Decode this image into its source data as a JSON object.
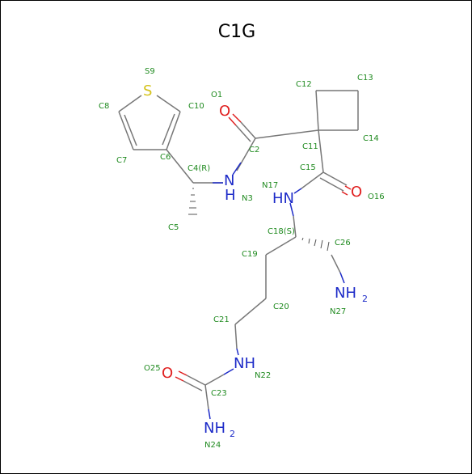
{
  "title": "C1G",
  "atom_labels": {
    "S9": "S9",
    "C8": "C8",
    "C10": "C10",
    "C7": "C7",
    "C6": "C6",
    "O1": "O1",
    "C12": "C12",
    "C13": "C13",
    "C14": "C14",
    "C11": "C11",
    "C2": "C2",
    "C4": "C4(R)",
    "N3": "N3",
    "C5": "C5",
    "C15": "C15",
    "N17": "N17",
    "O16": "O16",
    "C18": "C18(S)",
    "C26": "C26",
    "C19": "C19",
    "C20": "C20",
    "C21": "C21",
    "N27": "N27",
    "N22": "N22",
    "O25": "O25",
    "C23": "C23",
    "N24": "N24"
  },
  "atom_symbols": {
    "S9": "S",
    "O1": "O",
    "N3": "N",
    "N3_H": "H",
    "N17": "HN",
    "O16": "O",
    "N27": "NH",
    "N27_sub": "2",
    "N22": "NH",
    "O25": "O",
    "N24": "NH",
    "N24_sub": "2"
  },
  "colors": {
    "carbon_bond": "#777777",
    "sulfur": "#d4c21a",
    "oxygen": "#e02020",
    "nitrogen": "#1d2bc8",
    "label": "#1f8a1f"
  }
}
